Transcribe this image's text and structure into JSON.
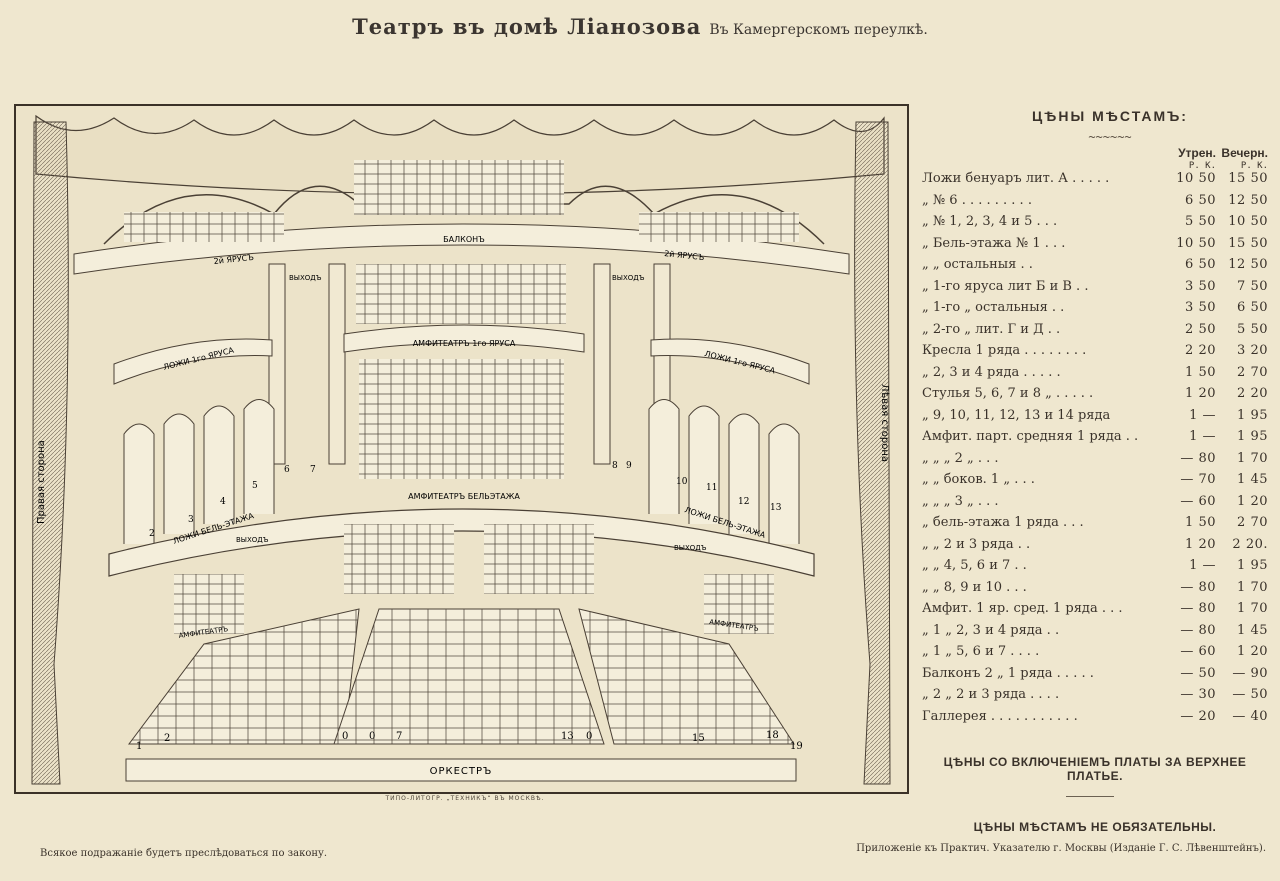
{
  "header": {
    "title": "Театръ въ домѣ Ліанозова",
    "subtitle": "Въ Камергерскомъ переулкѣ."
  },
  "plan": {
    "labels": {
      "balcony": "БАЛКОНЪ",
      "tier2_left": "2й ЯРУСЪ",
      "tier2_right": "2й ЯРУСЪ",
      "exit_left_upper": "ВЫХОДЪ",
      "exit_right_upper": "ВЫХОДЪ",
      "amph_tier1": "АМФИТЕАТРЪ 1го ЯРУСА",
      "boxes_tier1_left": "ЛОЖИ 1го ЯРУСА",
      "boxes_tier1_right": "ЛОЖИ 1го ЯРУСА",
      "amph_beletage": "АМФИТЕАТРЪ БЕЛЬЭТАЖА",
      "boxes_beletage_left": "ЛОЖИ БЕЛЬ-ЭТАЖА",
      "boxes_beletage_right": "ЛОЖИ БЕЛЬ-ЭТАЖА",
      "exit_left_lower": "ВЫХОДЪ",
      "exit_right_lower": "ВЫХОДЪ",
      "amph_left": "АМФИТЕАТРЪ",
      "amph_right": "АМФИТЕАТРЪ",
      "right_side": "Правая сторона",
      "left_side": "Лѣвая сторона",
      "orchestra": "ОРКЕСТРЪ"
    },
    "box_numbers_left": [
      "2",
      "3",
      "4",
      "5",
      "6",
      "7"
    ],
    "box_numbers_right": [
      "8",
      "9",
      "10",
      "11",
      "12",
      "13"
    ],
    "front_row_numbers": [
      "1",
      "2",
      "0",
      "0",
      "7",
      "13",
      "0",
      "15",
      "18",
      "19"
    ],
    "printer": "ТИПО-ЛИТОГР. „ТЕХНИКЪ“ ВЪ МОСКВѢ."
  },
  "prices": {
    "title": "ЦѢНЫ МѢСТАМЪ:",
    "ornament": "~~~~~~",
    "col_morning": "Утрен.",
    "col_evening": "Вечерн.",
    "unit": "Р.  К.",
    "rows": [
      {
        "label": "Ложи бенуаръ лит. А . . . . .",
        "m": "10 50",
        "e": "15 50"
      },
      {
        "label": "   „   № 6 . . . . . . . . .",
        "m": "6 50",
        "e": "12 50"
      },
      {
        "label": "   „   № 1, 2, 3, 4 и 5 . . .",
        "m": "5 50",
        "e": "10 50"
      },
      {
        "label": "   „   Бель-этажа № 1 . . .",
        "m": "10 50",
        "e": "15 50"
      },
      {
        "label": "   „       „     остальныя . .",
        "m": "6 50",
        "e": "12 50"
      },
      {
        "label": "   „   1-го яруса лит Б и В . .",
        "m": "3 50",
        "e": "7 50"
      },
      {
        "label": "   „   1-го   „   остальныя . .",
        "m": "3 50",
        "e": "6 50"
      },
      {
        "label": "   „   2-го   „   лит. Г и Д . .",
        "m": "2 50",
        "e": "5 50"
      },
      {
        "label": "Кресла 1 ряда . . . . . . . .",
        "m": "2 20",
        "e": "3 20"
      },
      {
        "label": "   „   2, 3 и 4 ряда . . . . .",
        "m": "1 50",
        "e": "2 70"
      },
      {
        "label": "Стулья 5, 6, 7 и 8  „ . . . . .",
        "m": "1 20",
        "e": "2 20"
      },
      {
        "label": "   „   9, 10, 11, 12, 13 и 14 ряда",
        "m": "1 —",
        "e": "1 95"
      },
      {
        "label": "Амфит. парт. средняя 1 ряда . .",
        "m": "1 —",
        "e": "1 95"
      },
      {
        "label": "   „     „     „     2  „ . . .",
        "m": "— 80",
        "e": "1 70"
      },
      {
        "label": "   „     „   боков. 1  „ . . .",
        "m": "— 70",
        "e": "1 45"
      },
      {
        "label": "   „     „     „     3  „ . . .",
        "m": "— 60",
        "e": "1 20"
      },
      {
        "label": "   „   бель-этажа 1 ряда . . .",
        "m": "1 50",
        "e": "2 70"
      },
      {
        "label": "   „       „     2 и 3 ряда . .",
        "m": "1 20",
        "e": "2 20."
      },
      {
        "label": "   „       „     4, 5, 6 и 7 . .",
        "m": "1 —",
        "e": "1 95"
      },
      {
        "label": "   „       „     8, 9 и 10 . . .",
        "m": "— 80",
        "e": "1 70"
      },
      {
        "label": "Амфит. 1 яр. сред. 1 ряда . . .",
        "m": "— 80",
        "e": "1 70"
      },
      {
        "label": "   „   1   „   2, 3 и 4 ряда . .",
        "m": "— 80",
        "e": "1 45"
      },
      {
        "label": "   „   1   „   5, 6 и 7 . . . .",
        "m": "— 60",
        "e": "1 20"
      },
      {
        "label": "Балконъ 2   „ 1 ряда . . . . .",
        "m": "— 50",
        "e": "— 90"
      },
      {
        "label": "   „   2   „ 2 и 3 ряда . . . .",
        "m": "— 30",
        "e": "— 50"
      },
      {
        "label": "Галлерея . . . . . . . . . . .",
        "m": "— 20",
        "e": "— 40"
      }
    ],
    "note_coats": "ЦѢНЫ СО ВКЛЮЧЕНІЕМЪ ПЛАТЫ ЗА ВЕРХНЕЕ ПЛАТЬЕ.",
    "note_optional": "ЦѢНЫ МѢСТАМЪ НЕ ОБЯЗАТЕЛЬНЫ."
  },
  "footer": {
    "left": "Всякое подражаніе будетъ преслѣдоваться по закону.",
    "right": "Приложеніе къ Практич. Указателю г. Москвы (Изданіе Г. С. Лѣвенштейнъ)."
  }
}
